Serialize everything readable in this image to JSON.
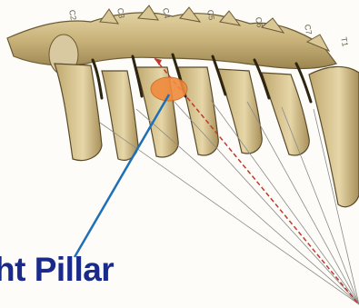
{
  "image": {
    "description_free": true,
    "vertebra_labels": [
      "C2",
      "C3",
      "C4",
      "C5",
      "C6",
      "C7",
      "T1"
    ]
  },
  "callout": {
    "title": "ht Pillar",
    "subtitle": "...",
    "title_color": "#1a2a8a"
  },
  "colors": {
    "bone": "#c8b27a",
    "bone_shadow": "#5a4a2a",
    "highlight_ellipse": "#f08a3c",
    "pointer_line": "#1f6fb5",
    "dashed_arrow": "#c0392b",
    "guide_lines": "#8a8a8a"
  }
}
